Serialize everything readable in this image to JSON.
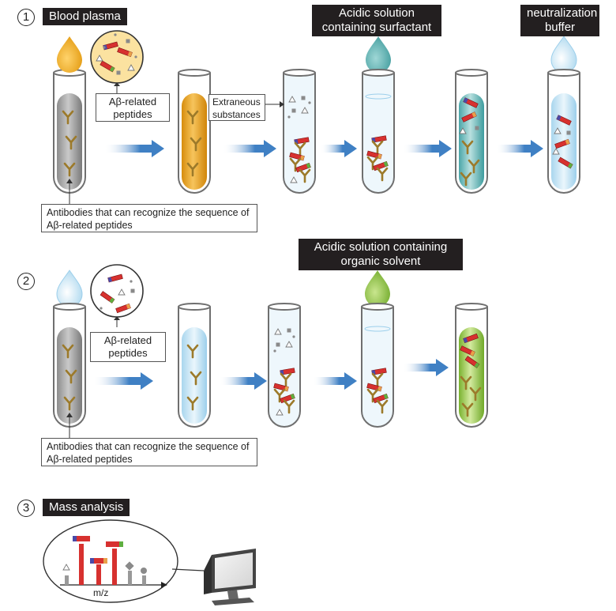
{
  "section1": {
    "number": "1",
    "title": "Blood plasma",
    "callout_peptides": "Aβ-related peptides",
    "callout_extraneous": "Extraneous substances",
    "callout_antibodies": "Antibodies that can recognize the sequence of Aβ-related peptides",
    "reagent1": "Acidic solution containing surfactant",
    "reagent2": "neutralization buffer"
  },
  "section2": {
    "number": "2",
    "reagent": "Acidic solution containing organic solvent",
    "callout_peptides": "Aβ-related peptides",
    "callout_antibodies": "Antibodies that can recognize the sequence of Aβ-related peptides"
  },
  "section3": {
    "number": "3",
    "title": "Mass analysis",
    "axis_label": "m/z"
  },
  "colors": {
    "plasma": "#e6a21c",
    "surfactant": "#4aa6a8",
    "organic_solvent": "#8cc43f",
    "buffer": "#cce7f5",
    "arrow": "#3f80c4",
    "peptide": "#d7312f",
    "antibody": "#9c7a2a"
  }
}
